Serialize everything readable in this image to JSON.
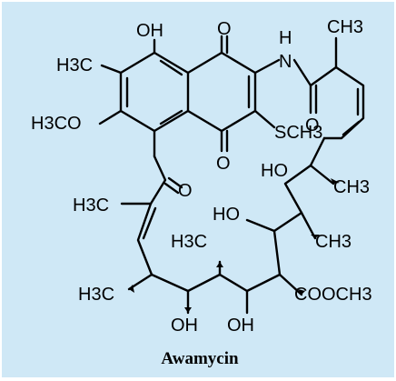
{
  "figure": {
    "background_color": "#cfe8f6",
    "caption": "Awamycin",
    "labels": {
      "oh_top": "OH",
      "o_top": "O",
      "nh_h": "H",
      "nh_n": "N",
      "ch3_top_right": "CH3",
      "h3c_left": "H3C",
      "h3co": "H3CO",
      "o_amide": "O",
      "sch3": "SCH3",
      "o_quinone_bottom": "O",
      "o_ketone": "O",
      "ho_1": "HO",
      "ch3_right_1": "CH3",
      "h3c_mid": "H3C",
      "ho_2": "HO",
      "ch3_right_2": "CH3",
      "h3c_inner": "H3C",
      "h3c_bottom": "H3C",
      "cooch3": "COOCH3",
      "oh_bottom_1": "OH",
      "oh_bottom_2": "OH"
    }
  }
}
